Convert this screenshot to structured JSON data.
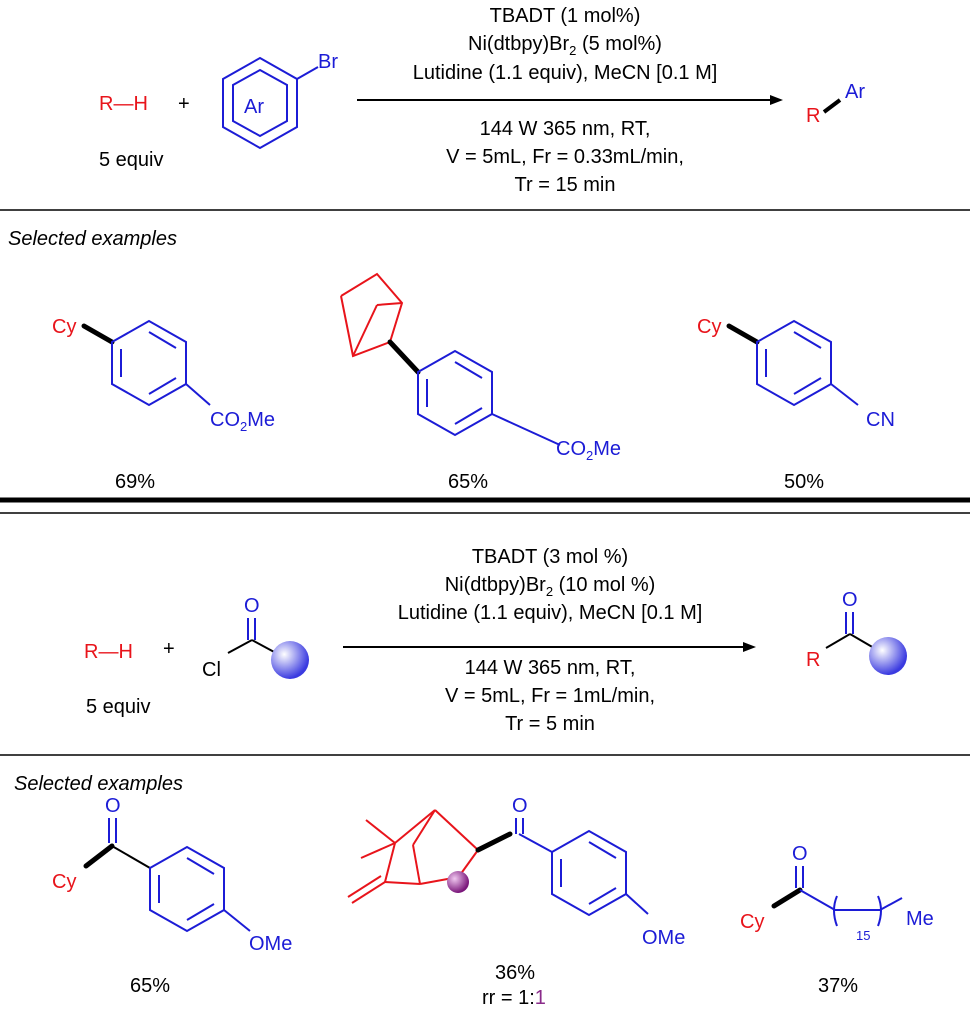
{
  "scheme1": {
    "reactant_rh": "R—H",
    "plus": "+",
    "equiv": "5 equiv",
    "aryl_label": "Ar",
    "aryl_br": "Br",
    "cond_above": [
      "TBADT (1 mol%)",
      "Ni(dtbpy)Br",
      "Lutidine (1.1 equiv), MeCN [0.1 M]"
    ],
    "cond_sub2": "2",
    "cond_sub2_tail": " (5 mol%)",
    "cond_below": [
      "144 W 365 nm, RT,",
      "V = 5mL, Fr = 0.33mL/min,",
      "Tr = 15 min"
    ],
    "product_r": "R",
    "product_ar": "Ar"
  },
  "examples1": {
    "heading": "Selected examples",
    "items": [
      {
        "substituent": "Cy",
        "group": "CO",
        "group_sub": "2",
        "group_tail": "Me",
        "yield": "69%"
      },
      {
        "substituent": "",
        "group": "CO",
        "group_sub": "2",
        "group_tail": "Me",
        "yield": "65%"
      },
      {
        "substituent": "Cy",
        "group": "CN",
        "yield": "50%"
      }
    ]
  },
  "scheme2": {
    "reactant_rh": "R—H",
    "plus": "+",
    "equiv": "5 equiv",
    "acyl_o": "O",
    "acyl_cl": "Cl",
    "cond_above": [
      "TBADT (3 mol %)",
      "Ni(dtbpy)Br",
      "Lutidine (1.1 equiv), MeCN [0.1 M]"
    ],
    "cond_sub2": "2",
    "cond_sub2_tail": " (10 mol %)",
    "cond_below": [
      "144 W 365 nm, RT,",
      "V = 5mL, Fr = 1mL/min,",
      "Tr = 5 min"
    ],
    "product_o": "O",
    "product_r": "R"
  },
  "examples2": {
    "heading": "Selected examples",
    "items": [
      {
        "o": "O",
        "substituent": "Cy",
        "group": "OMe",
        "yield": "65%"
      },
      {
        "o": "O",
        "group": "OMe",
        "yield": "36%",
        "rr_prefix": "rr = 1:",
        "rr_suffix": "1"
      },
      {
        "o": "O",
        "substituent": "Cy",
        "chain_n": "15",
        "tail": "Me",
        "yield": "37%"
      }
    ]
  },
  "colors": {
    "reagent": "#1c1cd6",
    "rgroup": "#e8141b",
    "stereocenter": "#8a2b8a"
  }
}
